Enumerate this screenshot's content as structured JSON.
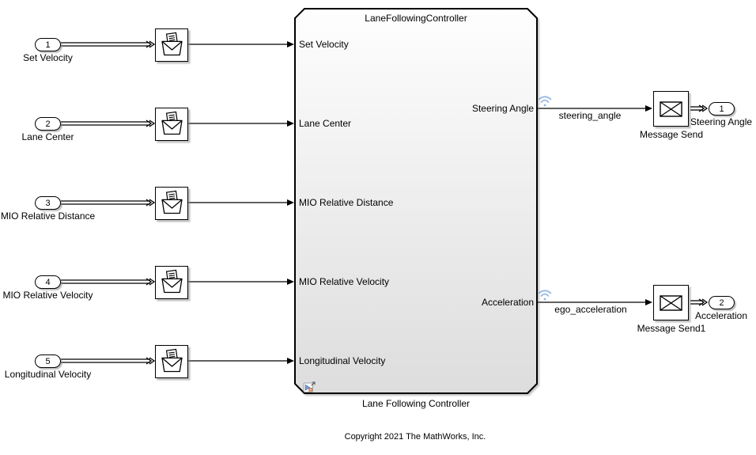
{
  "canvas": {
    "copyright": "Copyright 2021 The MathWorks, Inc."
  },
  "controller": {
    "title": "LaneFollowingController",
    "caption": "Lane Following Controller",
    "input_ports": [
      "Set Velocity",
      "Lane Center",
      "MIO Relative Distance",
      "MIO Relative Velocity",
      "Longitudinal Velocity"
    ],
    "output_ports": [
      "Steering Angle",
      "Acceleration"
    ]
  },
  "inports": [
    {
      "number": "1",
      "label": "Set Velocity"
    },
    {
      "number": "2",
      "label": "Lane Center"
    },
    {
      "number": "3",
      "label": "MIO Relative Distance"
    },
    {
      "number": "4",
      "label": "MIO Relative Velocity"
    },
    {
      "number": "5",
      "label": "Longitudinal Velocity"
    }
  ],
  "outports": [
    {
      "number": "1",
      "label": "Steering Angle"
    },
    {
      "number": "2",
      "label": "Acceleration"
    }
  ],
  "send_blocks": [
    {
      "label": "Message Send"
    },
    {
      "label": "Message Send1"
    }
  ],
  "signals": [
    {
      "label": "steering_angle"
    },
    {
      "label": "ego_acceleration"
    }
  ]
}
